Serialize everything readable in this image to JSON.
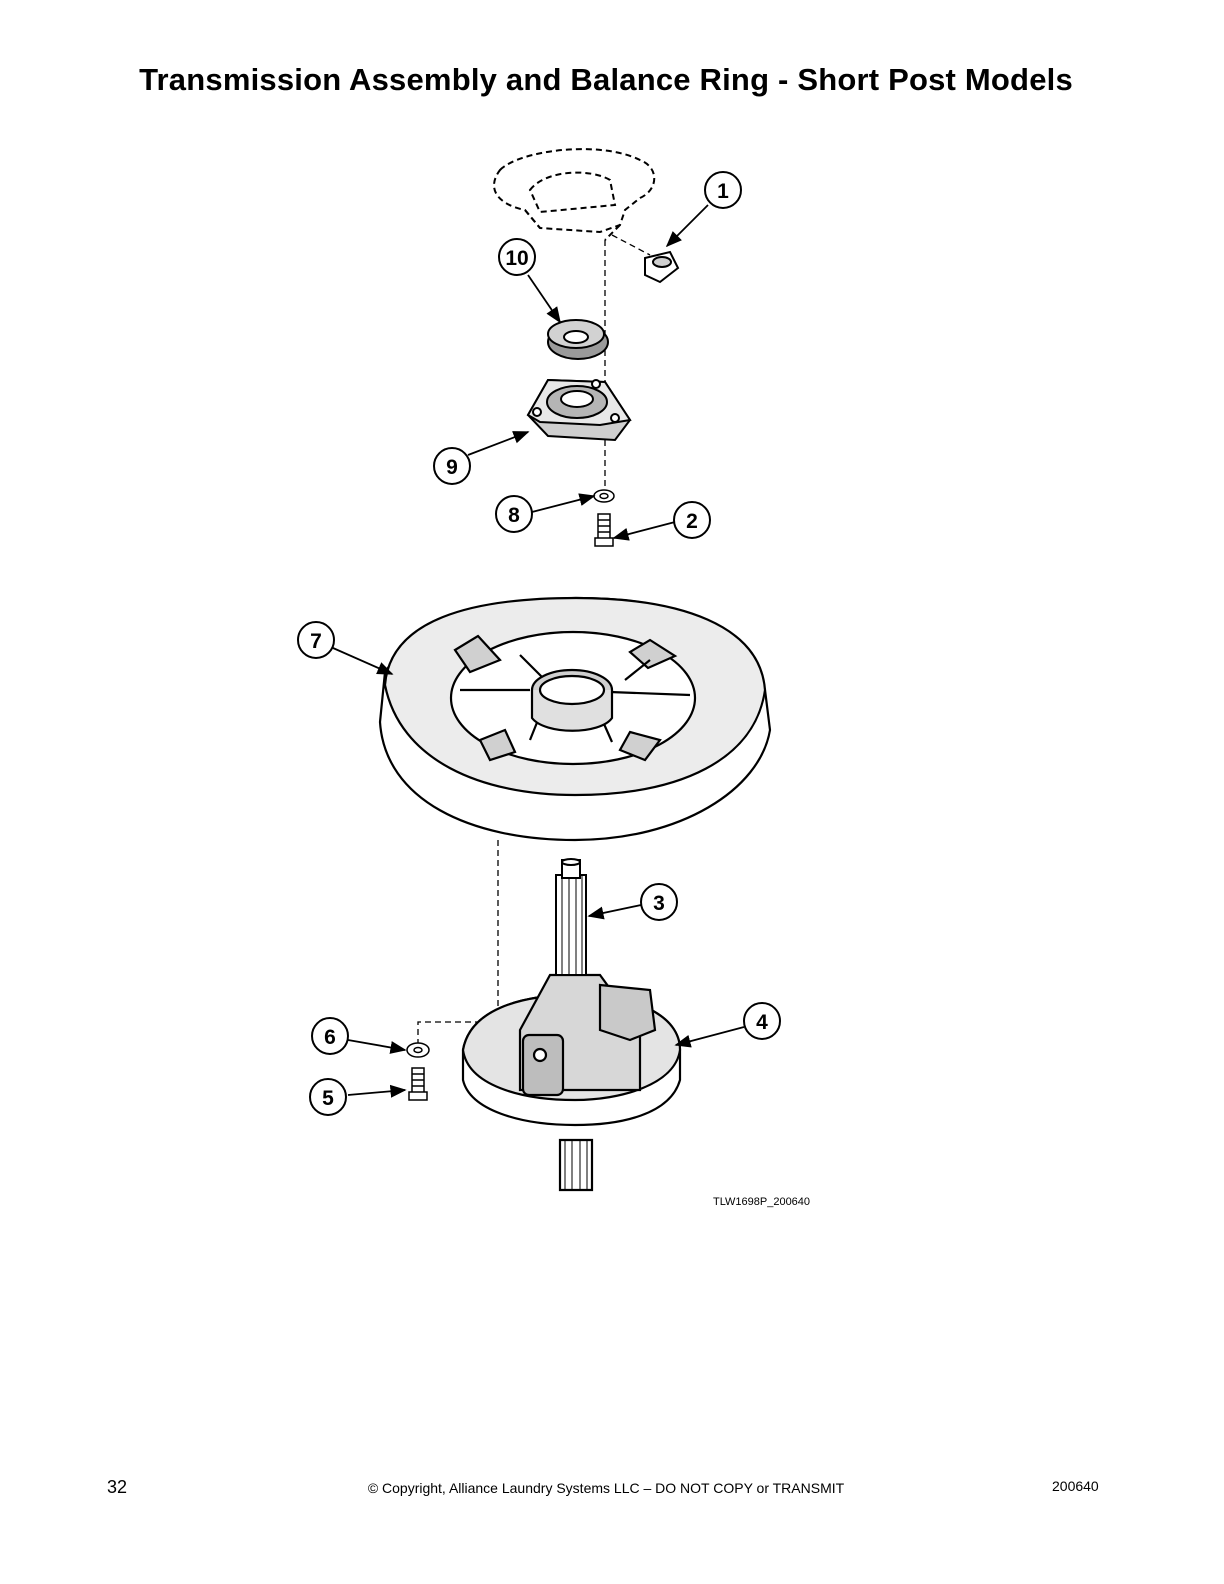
{
  "title": "Transmission Assembly and Balance Ring - Short Post Models",
  "callouts": [
    "1",
    "2",
    "3",
    "4",
    "5",
    "6",
    "7",
    "8",
    "9",
    "10"
  ],
  "drawing_id": "TLW1698P_200640",
  "footer": {
    "page_number": "32",
    "copyright": "© Copyright, Alliance Laundry Systems LLC – DO NOT COPY or TRANSMIT",
    "doc_code": "200640"
  }
}
